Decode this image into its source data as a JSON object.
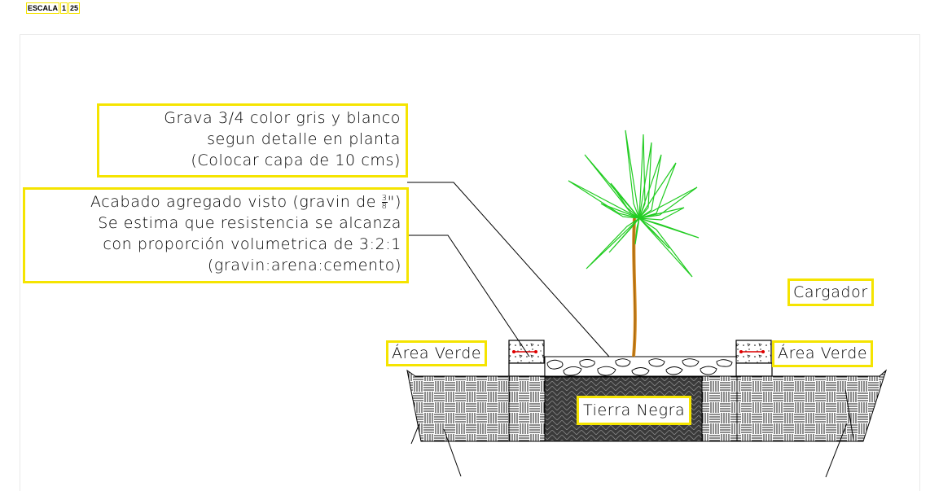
{
  "scale": {
    "label": "ESCALA",
    "numerator": "1",
    "denominator": "25"
  },
  "notes": {
    "gravel": {
      "line1": "Grava 3/4 color gris y blanco",
      "line2": "segun detalle en planta",
      "line3": "(Colocar capa de 10 cms)"
    },
    "finish": {
      "line1_prefix": "Acabado agregado visto (gravin de ",
      "frac_num": "3",
      "frac_den": "8",
      "line1_suffix": "\")",
      "line2": "Se estima que resistencia se alcanza",
      "line3": "con proporción volumetrica de 3:2:1",
      "line4": "(gravin:arena:cemento)"
    }
  },
  "labels": {
    "cargador": "Cargador",
    "area_verde_left": "Área Verde",
    "area_verde_right": "Área Verde",
    "tierra_negra": "Tierra Negra"
  },
  "colors": {
    "highlight": "#f5e400",
    "palm": "#22cc22",
    "trunk": "#d98a1c",
    "rebar": "#dd0000",
    "line": "#000000"
  }
}
